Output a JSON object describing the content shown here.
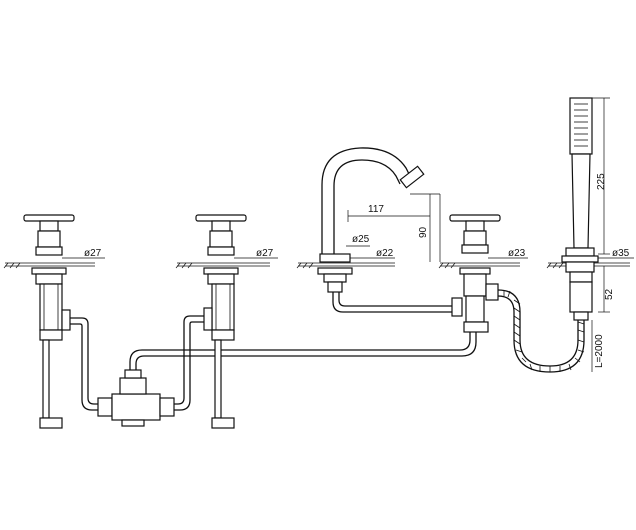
{
  "dimensions": {
    "left_valve_diameter": "ø27",
    "mid_valve_diameter": "ø27",
    "spout_base_diameter": "ø25",
    "spout_mount_diameter": "ø22",
    "spout_reach": "117",
    "spout_height": "90",
    "diverter_diameter": "ø23",
    "shower_mount_diameter": "ø35",
    "handshower_length": "225",
    "mount_height": "52",
    "hose_length": "L=2000"
  }
}
